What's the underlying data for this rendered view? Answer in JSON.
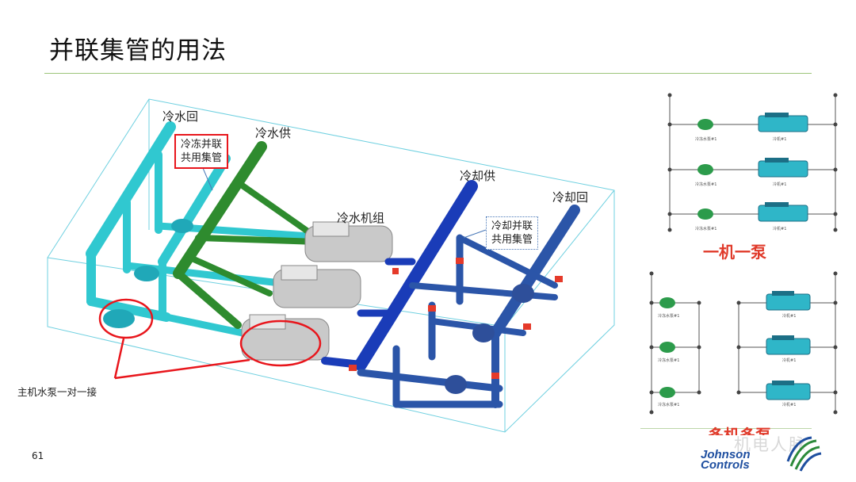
{
  "slide": {
    "title": "并联集管的用法",
    "page_number": "61"
  },
  "diagram": {
    "labels": {
      "chilled_return": "冷水回",
      "chilled_supply": "冷水供",
      "chiller_units": "冷水机组",
      "cooling_supply": "冷却供",
      "cooling_return": "冷却回"
    },
    "notes": {
      "chilled_header_line1": "冷冻并联",
      "chilled_header_line2": "共用集管",
      "cooling_header_line1": "冷却并联",
      "cooling_header_line2": "共用集管",
      "pump_match": "主机水泵一对一接"
    },
    "colors": {
      "chilled_return_pipe": "#30c8d0",
      "chilled_supply_pipe": "#2e8b2e",
      "cooling_supply_pipe": "#1a3cb8",
      "cooling_return_pipe": "#2b55a8",
      "highlight": "#e8161c"
    }
  },
  "panels": {
    "one_to_one": {
      "label": "一机一泵",
      "pump_caption": "冷冻水泵#1",
      "chiller_caption": "冷机#1"
    },
    "multi": {
      "label": "多机多泵",
      "pump_caption": "冷冻水泵#1",
      "chiller_caption": "冷机#1"
    }
  },
  "watermark": {
    "text": "机电人脉"
  },
  "logo": {
    "line1": "Johnson",
    "line2": "Controls",
    "color": "#1f4fa0"
  }
}
